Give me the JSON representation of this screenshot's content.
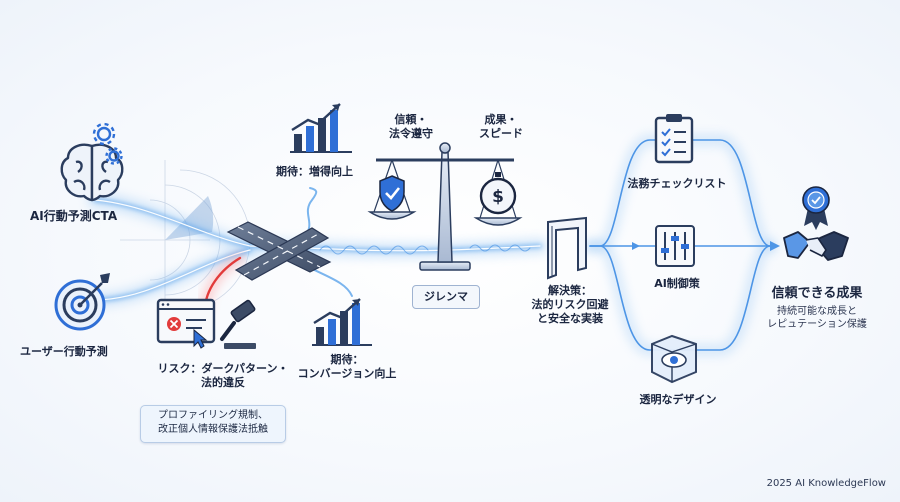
{
  "inputs": {
    "ai_cta": "AI行動予測CTA",
    "user_prediction": "ユーザー行動予測"
  },
  "risk": {
    "label_line1": "リスク：ダークパターン・",
    "label_line2": "法的違反",
    "note_line1": "プロファイリング規制、",
    "note_line2": "改正個人情報保護法抵触"
  },
  "expectations": {
    "top": "期待：増得向上",
    "bottom_line1": "期待：",
    "bottom_line2": "コンバージョン向上"
  },
  "dilemma": {
    "left_line1": "信頼・",
    "left_line2": "法令遵守",
    "right_line1": "成果・",
    "right_line2": "スピード",
    "badge": "ジレンマ"
  },
  "solution": {
    "line1": "解決策：",
    "line2": "法的リスク回避",
    "line3": "と安全な実装"
  },
  "measures": {
    "checklist": "法務チェックリスト",
    "control": "AI制御策",
    "transparent": "透明なデザイン"
  },
  "outcome": {
    "title": "信頼できる成果",
    "sub_line1": "持続可能な成長と",
    "sub_line2": "レピュテーション保護"
  },
  "footer": "2025 AI KnowledgeFlow",
  "colors": {
    "accent": "#2f6fd6",
    "glow": "#8ec1f2",
    "risk": "#e23b3b",
    "ink": "#1b2640"
  },
  "icons": [
    "brain-icon",
    "gear-icon",
    "target-icon",
    "browser-warning-icon",
    "gavel-icon",
    "bar-chart-up-icon",
    "road-crossing-icon",
    "scale-icon",
    "shield-check-icon",
    "stopwatch-dollar-icon",
    "gateway-icon",
    "clipboard-checklist-icon",
    "sliders-icon",
    "transparent-cube-eye-icon",
    "award-badge-icon",
    "handshake-icon"
  ]
}
